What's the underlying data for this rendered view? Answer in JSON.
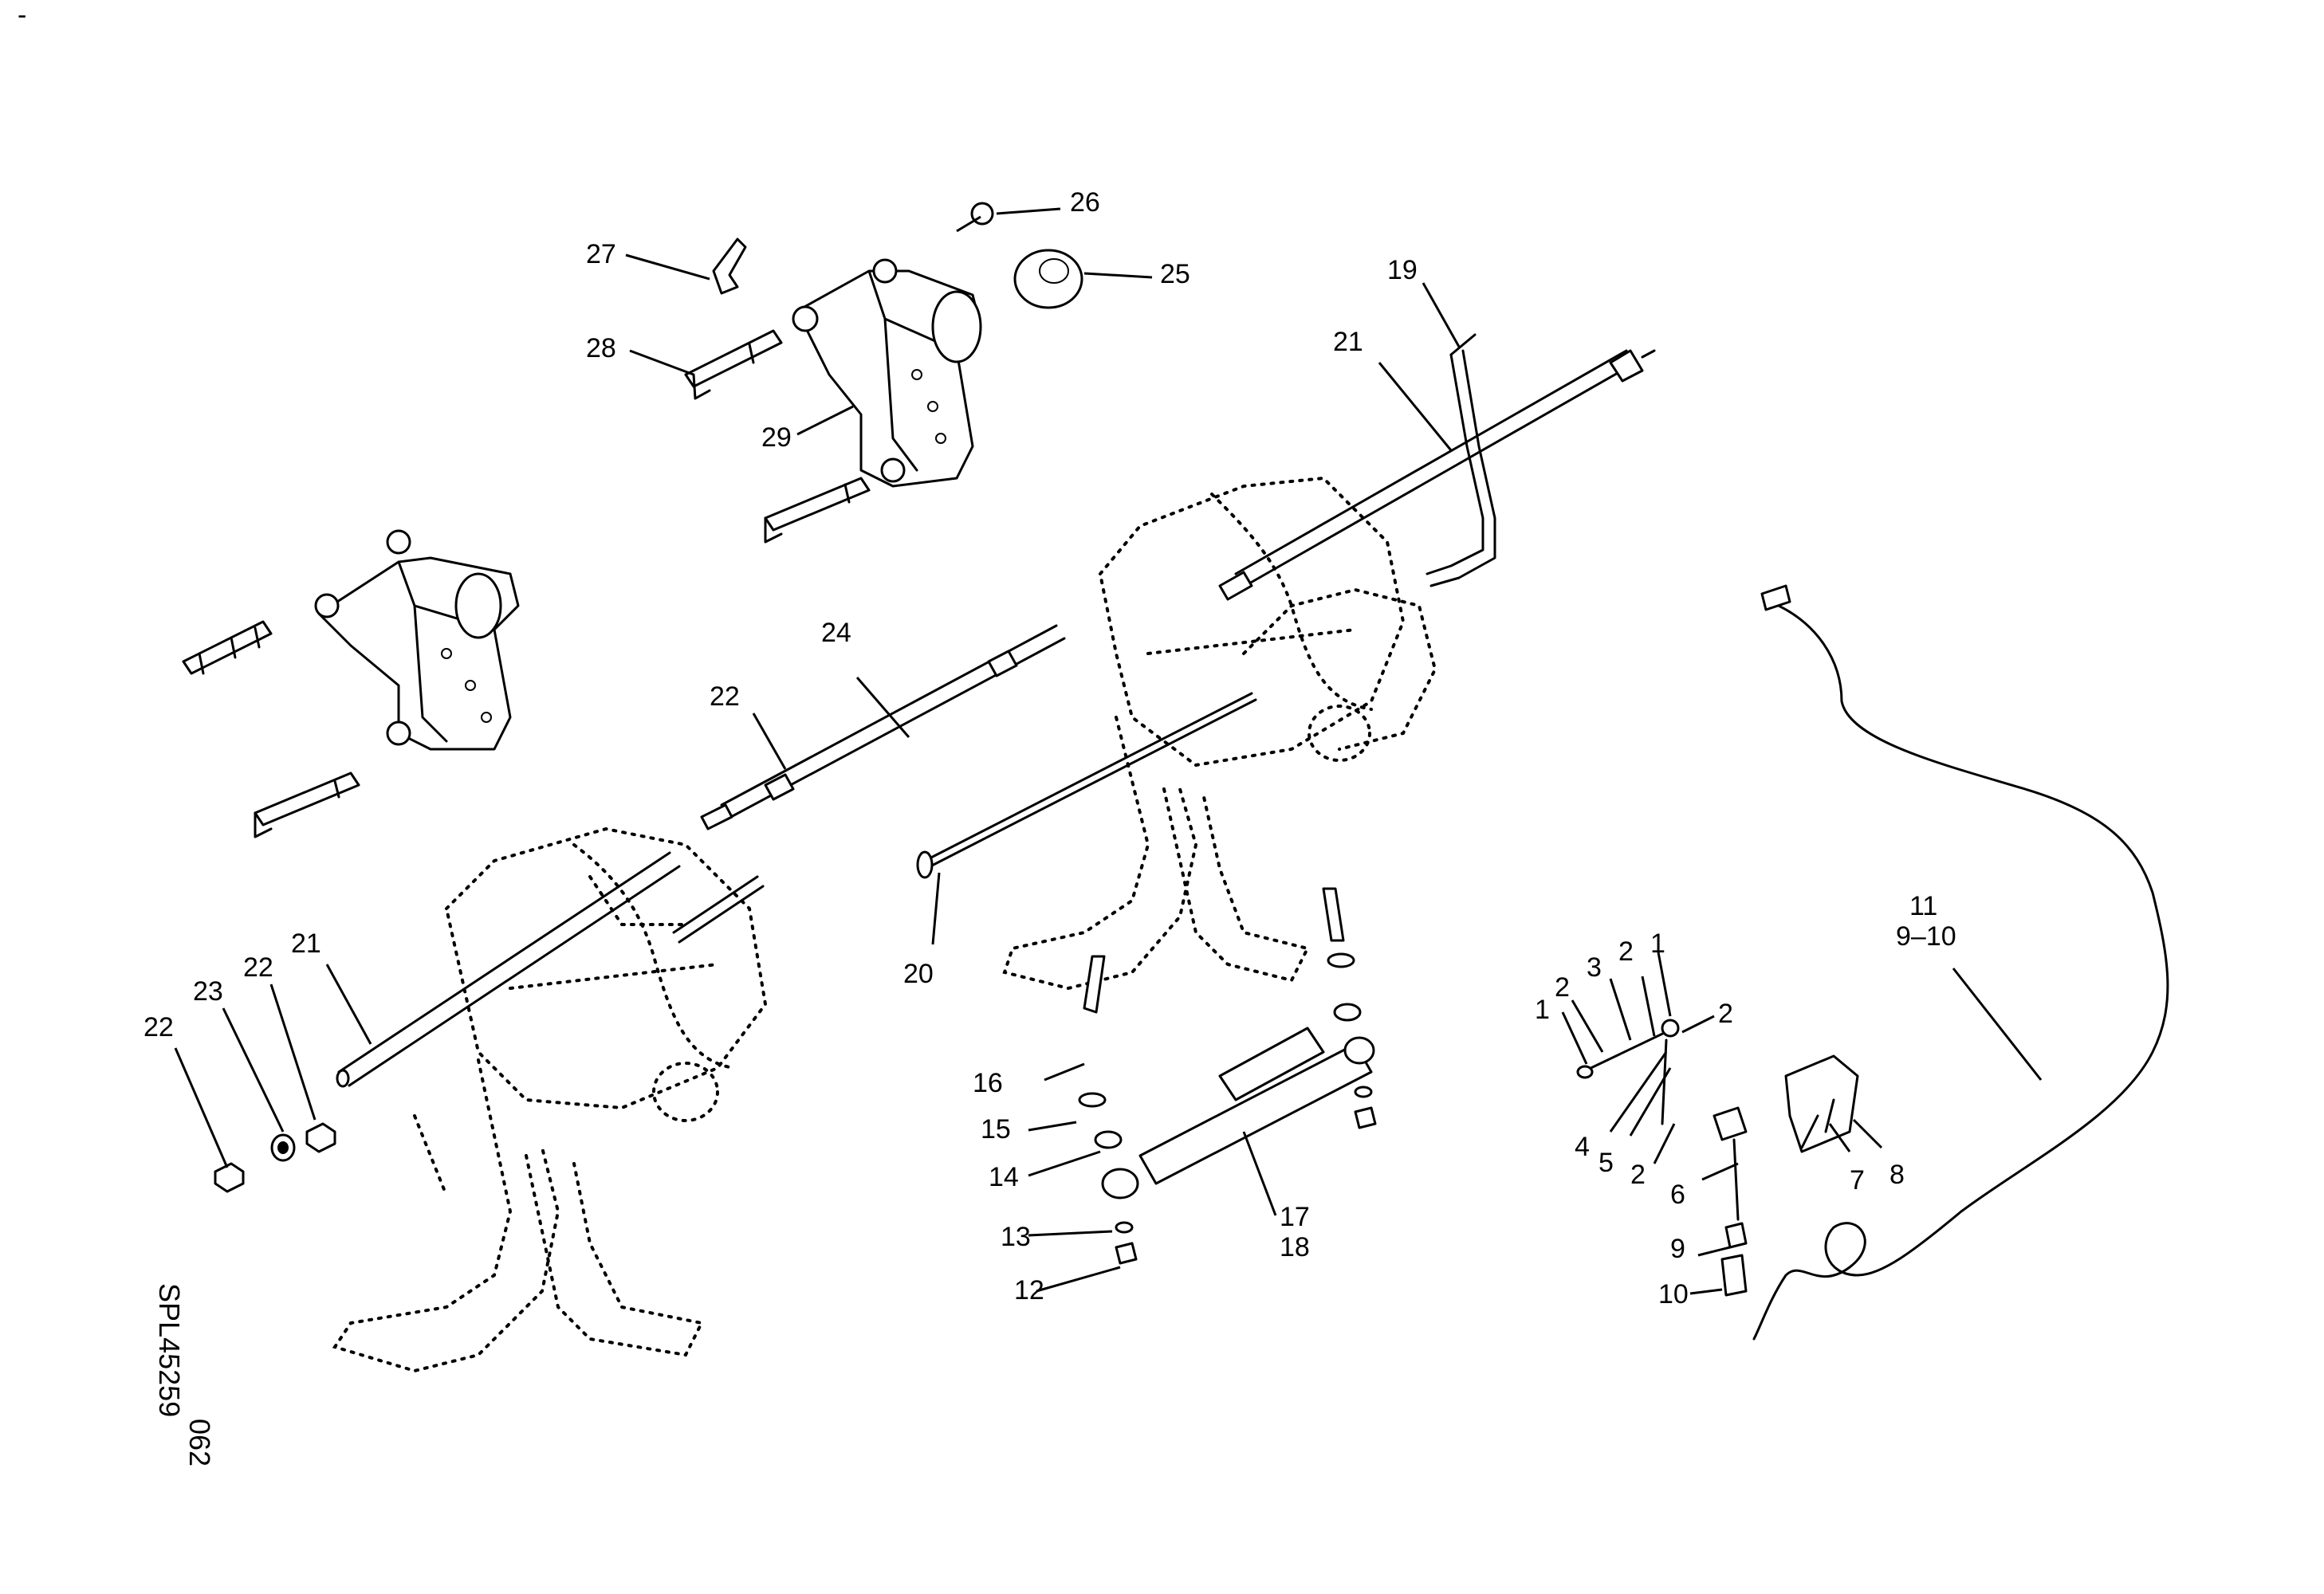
{
  "drawing": {
    "reference_code": "SPL45259",
    "sheet_number": "062",
    "corner_mark": "-",
    "callouts": [
      {
        "id": "c1a",
        "text": "1"
      },
      {
        "id": "c1b",
        "text": "1"
      },
      {
        "id": "c2a",
        "text": "2"
      },
      {
        "id": "c2b",
        "text": "2"
      },
      {
        "id": "c2c",
        "text": "2"
      },
      {
        "id": "c2d",
        "text": "2"
      },
      {
        "id": "c3",
        "text": "3"
      },
      {
        "id": "c4",
        "text": "4"
      },
      {
        "id": "c5",
        "text": "5"
      },
      {
        "id": "c6",
        "text": "6"
      },
      {
        "id": "c7",
        "text": "7"
      },
      {
        "id": "c8",
        "text": "8"
      },
      {
        "id": "c9",
        "text": "9"
      },
      {
        "id": "c10",
        "text": "10"
      },
      {
        "id": "c11",
        "text": "11"
      },
      {
        "id": "c9-10",
        "text": "9–10"
      },
      {
        "id": "c12",
        "text": "12"
      },
      {
        "id": "c13",
        "text": "13"
      },
      {
        "id": "c14",
        "text": "14"
      },
      {
        "id": "c15",
        "text": "15"
      },
      {
        "id": "c16",
        "text": "16"
      },
      {
        "id": "c17",
        "text": "17"
      },
      {
        "id": "c18",
        "text": "18"
      },
      {
        "id": "c19",
        "text": "19"
      },
      {
        "id": "c20",
        "text": "20"
      },
      {
        "id": "c21a",
        "text": "21"
      },
      {
        "id": "c21b",
        "text": "21"
      },
      {
        "id": "c22a",
        "text": "22"
      },
      {
        "id": "c22b",
        "text": "22"
      },
      {
        "id": "c22c",
        "text": "22"
      },
      {
        "id": "c23",
        "text": "23"
      },
      {
        "id": "c24",
        "text": "24"
      },
      {
        "id": "c25",
        "text": "25"
      },
      {
        "id": "c26",
        "text": "26"
      },
      {
        "id": "c27",
        "text": "27"
      },
      {
        "id": "c28",
        "text": "28"
      },
      {
        "id": "c29",
        "text": "29"
      }
    ]
  }
}
